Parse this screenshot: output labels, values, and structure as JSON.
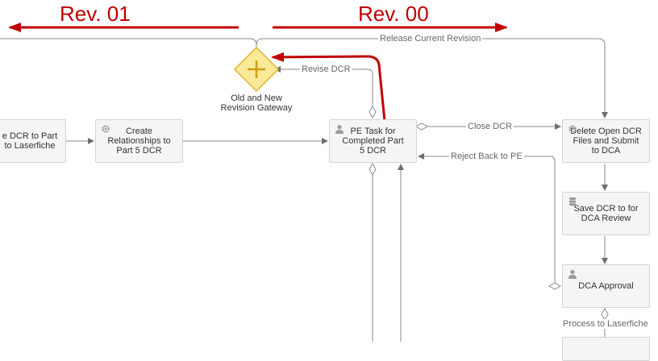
{
  "annotations": {
    "rev_left": "Rev. 01",
    "rev_right": "Rev. 00"
  },
  "gateway": {
    "label": "Old and New\nRevision Gateway"
  },
  "nodes": {
    "save_dcr_laserfiche": "e DCR to Part\n to Laserfiche",
    "create_relationships": "Create\nRelationships to\nPart 5 DCR",
    "pe_task": "PE Task for\nCompleted Part\n5 DCR",
    "delete_open_dcr": "Delete Open DCR\nFiles and Submit\nto DCA",
    "save_dcr_dca": "Save DCR to for\nDCA Review",
    "dca_approval": "DCA Approval"
  },
  "edges": {
    "release_current_revision": "Release Current Revision",
    "revise_dcr": "Revise DCR",
    "close_dcr": "Close DCR",
    "reject_back_to_pe": "Reject Back to PE",
    "process_to_laserfiche": "Process to Laserfiche"
  },
  "colors": {
    "annotation_red": "#c00000",
    "gateway_fill": "#fbe99a",
    "gateway_stroke": "#e1b52c",
    "connector": "#808080"
  }
}
